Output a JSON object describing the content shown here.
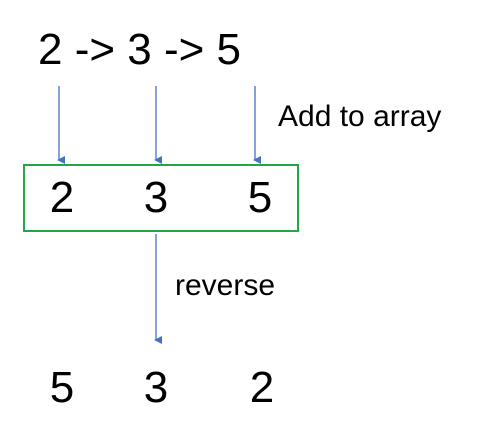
{
  "colors": {
    "arrow": "#4472c4",
    "box_border": "#22a64a",
    "text": "#000000"
  },
  "linked_list_text": "2 -> 3 -> 5",
  "add_label": "Add to array",
  "array_items": [
    "2",
    "3",
    "5"
  ],
  "reverse_label": "reverse",
  "output_items": [
    "5",
    "3",
    "2"
  ]
}
